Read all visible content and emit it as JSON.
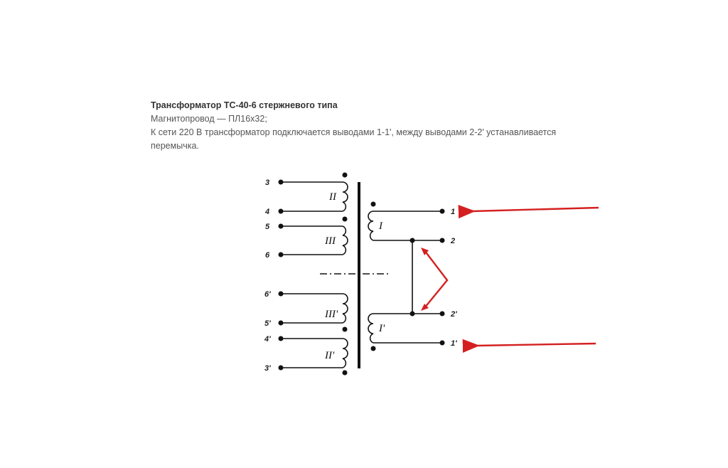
{
  "text": {
    "title": "Трансформатор ТС-40-6 стержневого типа",
    "line1": "Магнитопровод — ПЛ16х32;",
    "line2": "К сети 220 В трансформатор подключается выводами 1-1', между выводами 2-2' устанавливается",
    "line3": "перемычка."
  },
  "diagram": {
    "terminals_left": [
      "3",
      "4",
      "5",
      "6",
      "6'",
      "5'",
      "4'",
      "3'"
    ],
    "terminals_right": [
      "1",
      "2",
      "2'",
      "1'"
    ],
    "windings": {
      "w2": "II",
      "w3": "III",
      "w1": "I",
      "w3p": "III'",
      "w2p": "II'",
      "w1p": "I'"
    },
    "arrow_color": "#d42020",
    "line_color": "#111111"
  }
}
